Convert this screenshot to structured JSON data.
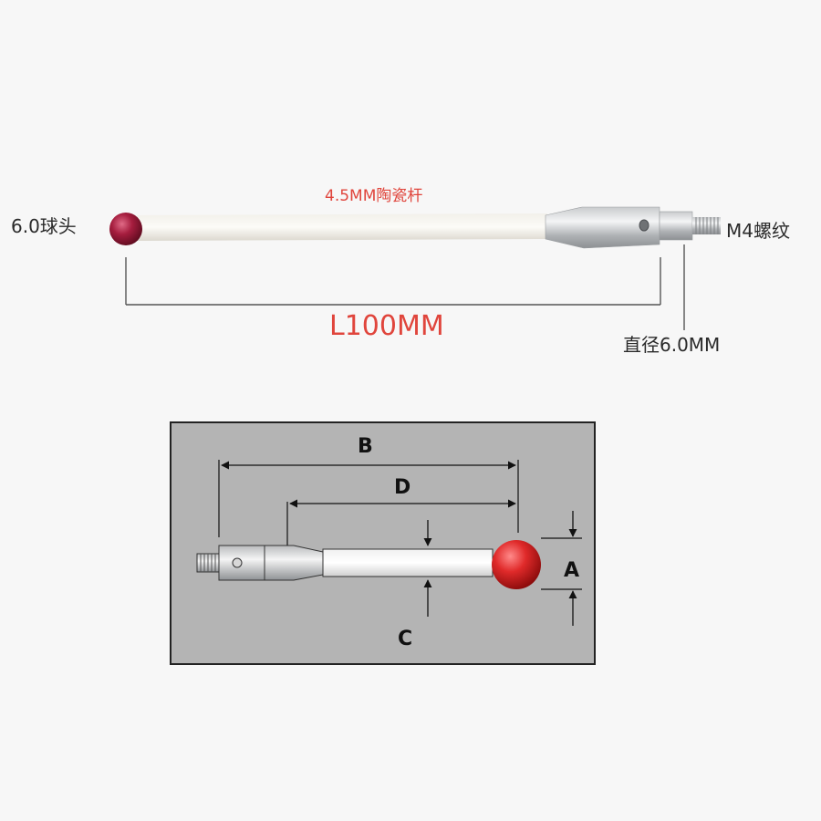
{
  "photo": {
    "shaft_label": "4.5MM陶瓷杆",
    "ball_label": "6.0球头",
    "thread_label": "M4螺纹",
    "length_label": "L100MM",
    "diameter_label": "直径6.0MM"
  },
  "diagram": {
    "label_b": "B",
    "label_d": "D",
    "label_a": "A",
    "label_c": "C"
  },
  "colors": {
    "ruby": "#b3203a",
    "accent_text": "#e0453c",
    "panel_bg": "#b4b4b4"
  }
}
